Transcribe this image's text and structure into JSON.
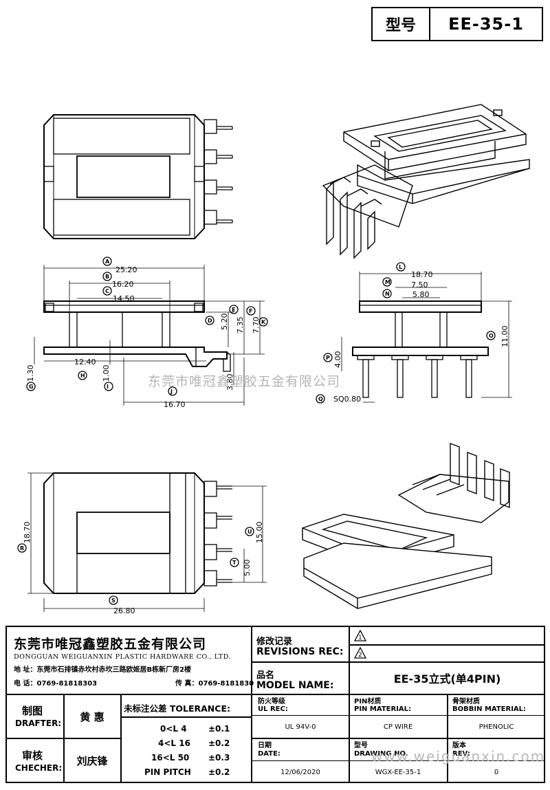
{
  "model_box": {
    "label": "型号",
    "value": "EE-35-1"
  },
  "dimensions": {
    "A": "25.20",
    "B": "16.20",
    "C": "14.50",
    "D": "5.20",
    "E": "7.35",
    "F": "7.70",
    "G": "1.30",
    "H": "12.40",
    "I": "1.00",
    "J": "16.70",
    "K": "3.80",
    "L": "18.70",
    "M": "7.50",
    "N": "5.80",
    "O": "11.00",
    "P": "4.00",
    "Q": "SQ0.80",
    "R": "18.70",
    "S": "26.80",
    "T": "5.00",
    "U": "15.00"
  },
  "dimension_letters": [
    "A",
    "B",
    "C",
    "D",
    "E",
    "F",
    "G",
    "H",
    "I",
    "J",
    "K",
    "L",
    "M",
    "N",
    "O",
    "P",
    "Q",
    "R",
    "S",
    "T",
    "U"
  ],
  "watermarks": {
    "center": "东莞市唯冠鑫塑胶五金有限公司",
    "url": "www.weiguanxin.com"
  },
  "company": {
    "name_cn": "东莞市唯冠鑫塑胶五金有限公司",
    "name_en": "DONGGUAN WEIGUANXIN PLASTIC HARDWARE CO., LTD.",
    "address": "地  址：东莞市石排镇赤坎村赤坎三路欧姬居B栋新厂房2楼",
    "phone": "电  话：0769-81818303",
    "fax": "传  真：0769-8181830"
  },
  "revisions": {
    "label_cn": "修改记录",
    "label_en": "REVISIONS REC:",
    "marks": [
      "1",
      "2"
    ]
  },
  "model_name": {
    "label_cn": "品名",
    "label_en": "MODEL NAME:",
    "value": "EE-35立式(单4PIN)"
  },
  "drafter": {
    "label_cn": "制图",
    "label_en": "DRAFTER:",
    "name": "黄  惠"
  },
  "checker": {
    "label_cn": "审核",
    "label_en": "CHECHER:",
    "name": "刘庆锋"
  },
  "tolerance": {
    "title": "未标注公差 TOLERANCE:",
    "rows": [
      {
        "range": "0<L  4",
        "value": "±0.1"
      },
      {
        "range": "4<L  16",
        "value": "±0.2"
      },
      {
        "range": "16<L  50",
        "value": "±0.3"
      },
      {
        "range": "PIN PITCH",
        "value": "±0.2"
      }
    ]
  },
  "specs": {
    "fire_label_cn": "防火等级",
    "fire_label_en": "UL REC:",
    "fire_value": "UL 94V-0",
    "pin_label_cn": "PIN材质",
    "pin_label_en": "PIN MATERIAL:",
    "pin_value": "CP WIRE",
    "bobbin_label_cn": "骨架材质",
    "bobbin_label_en": "BOBBIN MATERIAL:",
    "bobbin_value": "PHENOLIC",
    "date_label_cn": "日期",
    "date_label_en": "DATE:",
    "date_value": "12/06/2020",
    "drawing_label_cn": "型号",
    "drawing_label_en": "DRAWING NO.",
    "drawing_value": "WGX-EE-35-1",
    "rev_label_cn": "版本",
    "rev_label_en": "REV:",
    "rev_value": "0"
  }
}
